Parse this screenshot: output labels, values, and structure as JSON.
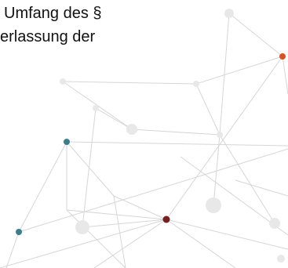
{
  "document": {
    "text_lines": [
      "Umfang des §",
      "erlassung der"
    ]
  },
  "decoration": {
    "type": "network-graph",
    "line_color": "#cfcfcf",
    "faint_node_color": "#e6e6e6",
    "accent_nodes": [
      {
        "name": "orange-node",
        "color": "#d8531f"
      },
      {
        "name": "teal-node-upper",
        "color": "#3c7d8e"
      },
      {
        "name": "teal-node-lower",
        "color": "#3c7d8e"
      },
      {
        "name": "dark-red-node",
        "color": "#7a1f1f"
      }
    ]
  }
}
